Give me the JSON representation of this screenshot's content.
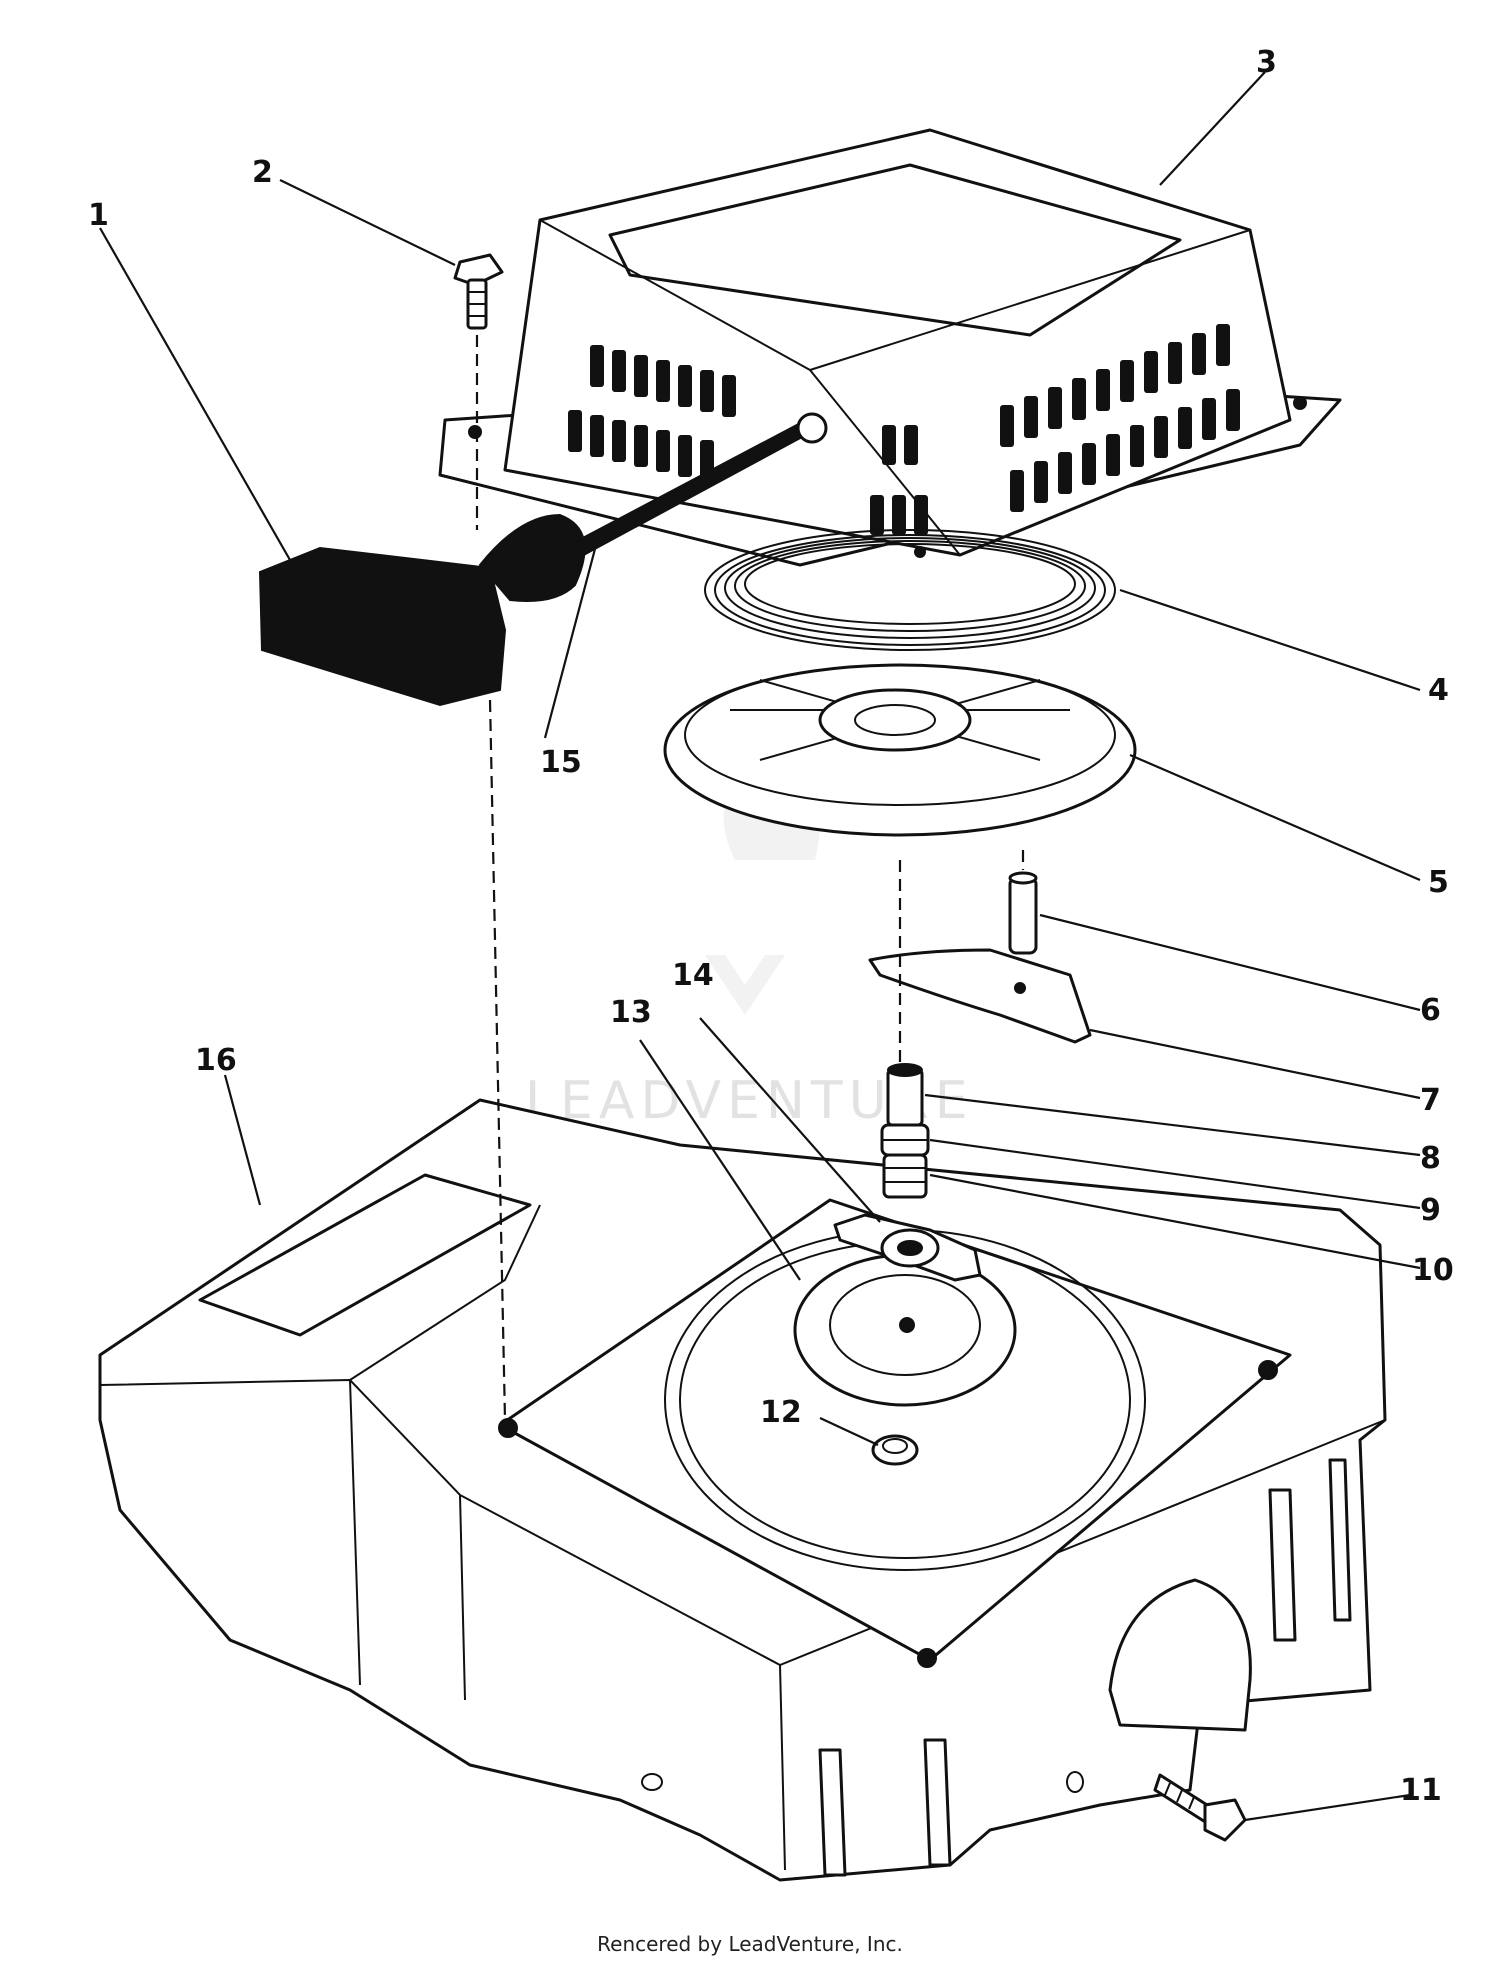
{
  "callouts": {
    "p1": "1",
    "p2": "2",
    "p3": "3",
    "p4": "4",
    "p5": "5",
    "p6": "6",
    "p7": "7",
    "p8": "8",
    "p9": "9",
    "p10": "10",
    "p11": "11",
    "p12": "12",
    "p13": "13",
    "p14": "14",
    "p15": "15",
    "p16": "16"
  },
  "watermark": "LEADVENTURE",
  "footer": "Rencered by LeadVenture, Inc."
}
